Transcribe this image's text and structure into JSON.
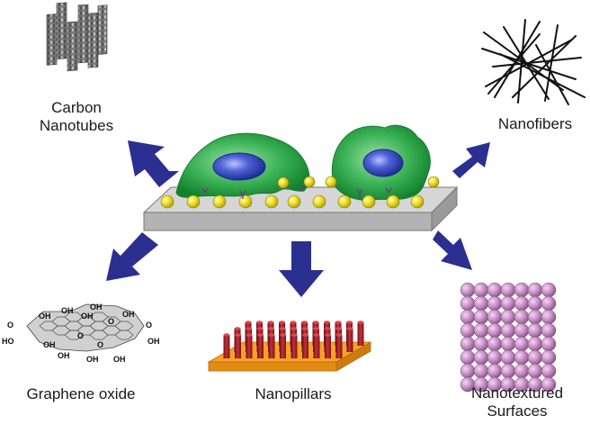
{
  "labels": {
    "carbon_nanotubes_line1": "Carbon",
    "carbon_nanotubes_line2": "Nanotubes",
    "nanofibers": "Nanofibers",
    "graphene_oxide": "Graphene oxide",
    "nanopillars": "Nanopillars",
    "nanotextured_line1": "Nanotextured",
    "nanotextured_line2": "Surfaces"
  },
  "graphene_groups": {
    "oh": "OH",
    "o": "O",
    "ho": "HO"
  },
  "colors": {
    "arrow": "#2b2f8f",
    "cell_green": "#1f9a3c",
    "nucleus_blue": "#2a3fb0",
    "bead_yellow": "#e3d21a",
    "slab_gray": "#c8c8c8",
    "pillar_red": "#a3202a",
    "pillar_base_orange": "#f29a1e",
    "sphere_purple": "#c58bc4"
  }
}
